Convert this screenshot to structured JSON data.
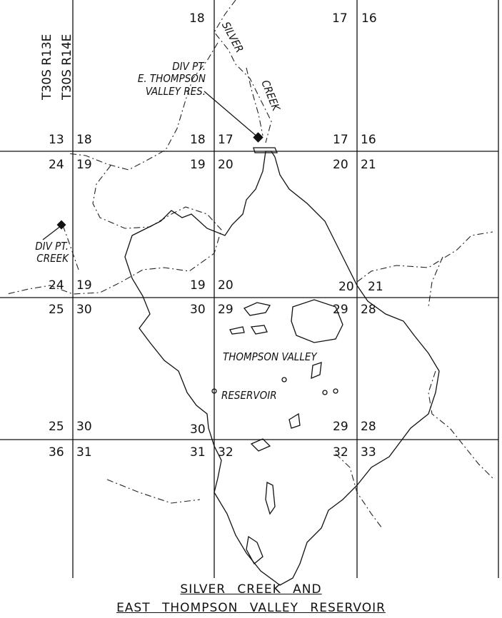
{
  "sections": {
    "row1": [
      "18",
      "17",
      "16"
    ],
    "row2a": [
      "13",
      "18",
      "18",
      "17",
      "17",
      "16"
    ],
    "row2b": [
      "24",
      "19",
      "19",
      "20",
      "20",
      "21"
    ],
    "row3a": [
      "24",
      "19",
      "19",
      "20",
      "20",
      "21"
    ],
    "row3b": [
      "25",
      "30",
      "30",
      "29",
      "29",
      "28"
    ],
    "row4a": [
      "25",
      "30",
      "30",
      "29",
      "28"
    ],
    "row4b": [
      "36",
      "31",
      "31",
      "32",
      "32",
      "33"
    ]
  },
  "township": {
    "left": "T30S R13E",
    "right": "T30S R14E"
  },
  "labels": {
    "div_pt_east": [
      "DIV PT.",
      "E. THOMPSON",
      "VALLEY RES."
    ],
    "div_pt_creek": [
      "DIV PT.",
      "CREEK"
    ],
    "silver": "SILVER",
    "creek": "CREEK",
    "reservoir_line1": "THOMPSON VALLEY",
    "reservoir_line2": "RESERVOIR"
  },
  "title": {
    "line1": "SILVER CREEK AND",
    "line2": "EAST THOMPSON VALLEY RESERVOIR"
  }
}
